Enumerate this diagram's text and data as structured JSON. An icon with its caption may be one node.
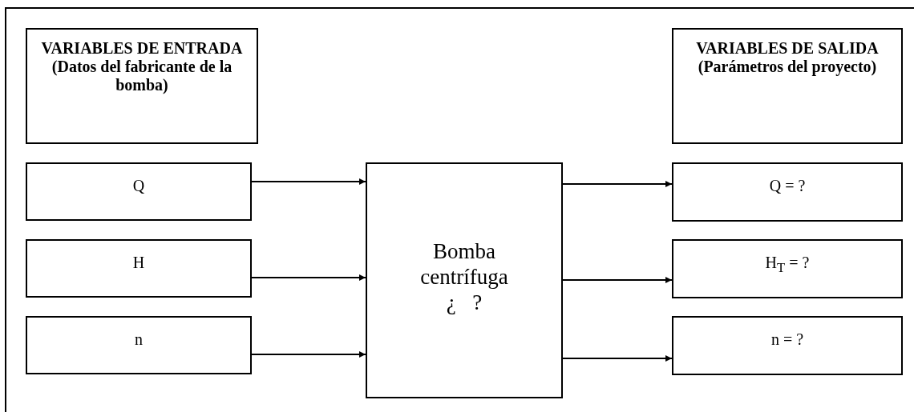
{
  "diagram": {
    "nodes": [
      {
        "text": [
          "VARIABLES DE ENTRADA",
          "(Datos del fabricante de la bomba)"
        ]
      },
      {
        "text": [
          "Q"
        ]
      },
      {
        "text": [
          "H"
        ]
      },
      {
        "text": [
          "n"
        ]
      },
      {
        "text": [
          "Bomba centrífuga",
          "¿ ?"
        ]
      },
      {
        "text": [
          "VARIABLES DE SALIDA",
          "(Parámetros del proyecto)"
        ]
      },
      {
        "text": [
          "Q = ?"
        ]
      },
      {
        "text": [
          "H$_{T}$ = ?"
        ]
      },
      {
        "text": [
          "n = ?"
        ]
      }
    ],
    "edges": [
      {
        "from": 1,
        "to": 4,
        "arrow": "to"
      },
      {
        "from": 2,
        "to": 4,
        "arrow": "to"
      },
      {
        "from": 3,
        "to": 4,
        "arrow": "to"
      },
      {
        "from": 4,
        "to": 6,
        "arrow": "to"
      },
      {
        "from": 4,
        "to": 7,
        "arrow": "to"
      },
      {
        "from": 4,
        "to": 8,
        "arrow": "to"
      }
    ]
  }
}
